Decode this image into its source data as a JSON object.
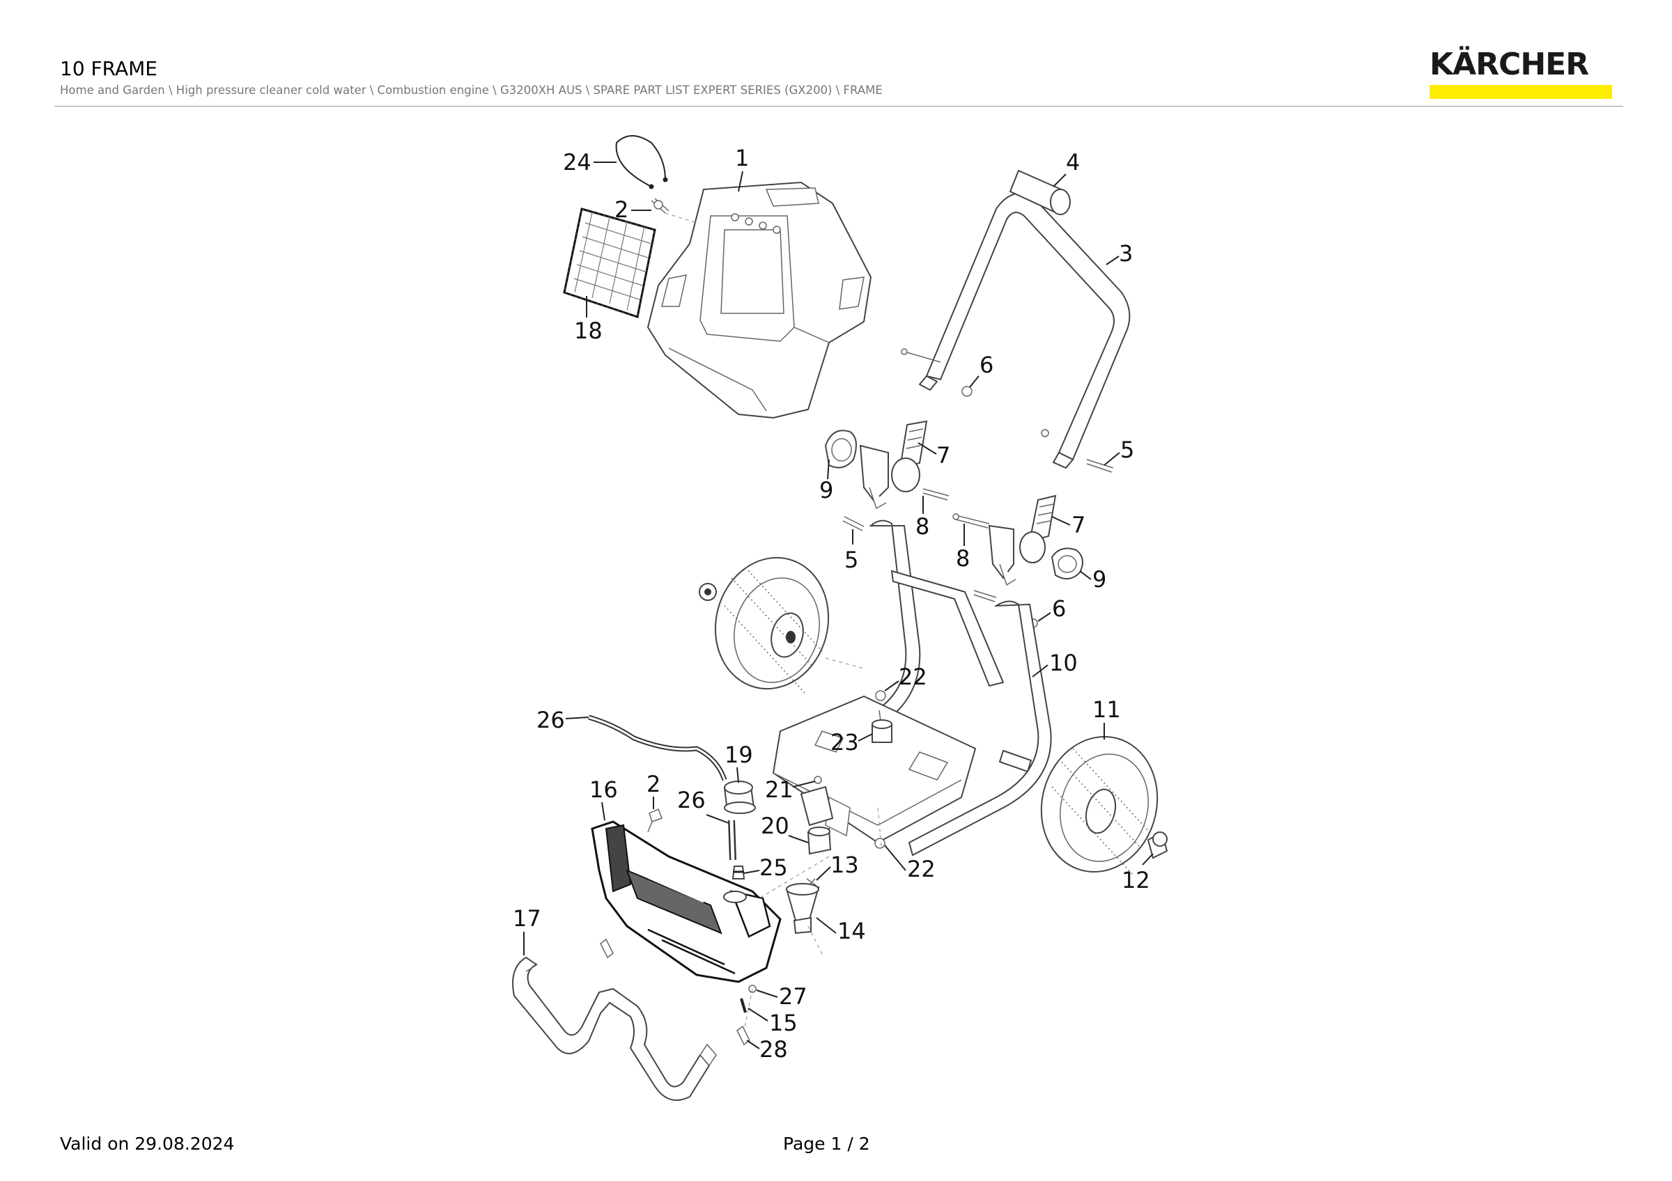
{
  "header": {
    "title": "10 FRAME",
    "breadcrumb": "Home and Garden \\ High pressure cleaner cold water \\ Combustion engine \\ G3200XH AUS \\ SPARE PART LIST EXPERT SERIES (GX200) \\ FRAME"
  },
  "brand": {
    "name": "KÄRCHER",
    "accent_color": "#ffed00"
  },
  "diagram": {
    "callouts": [
      "24",
      "1",
      "2",
      "18",
      "4",
      "3",
      "6",
      "7",
      "9",
      "8",
      "5",
      "8",
      "7",
      "5",
      "9",
      "6",
      "10",
      "22",
      "11",
      "26",
      "23",
      "19",
      "2",
      "16",
      "21",
      "26",
      "20",
      "25",
      "13",
      "22",
      "12",
      "14",
      "17",
      "27",
      "15",
      "28"
    ]
  },
  "footer": {
    "valid_on": "Valid on 29.08.2024",
    "page": "Page 1 / 2"
  }
}
